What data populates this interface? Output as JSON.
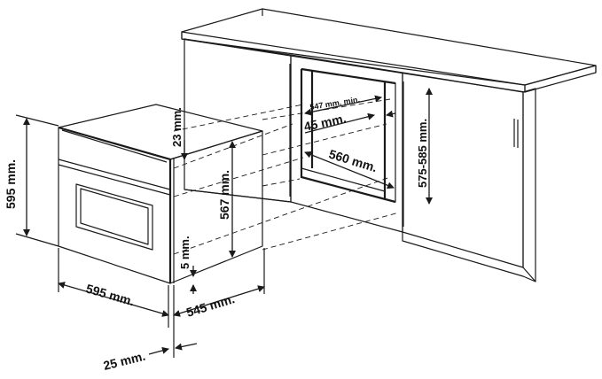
{
  "diagram": {
    "labels": {
      "oven_height": "595 mm.",
      "oven_width": "595 mm.",
      "oven_depth": "545 mm.",
      "front_panel_depth": "25 mm.",
      "top_gap": "23 mm.",
      "body_height": "567 mm.",
      "bottom_gap": "5 mm.",
      "niche_min_depth": "547 mm. min.",
      "side_clearance": "45 mm.",
      "niche_width": "560 mm.",
      "niche_height": "575-585 mm."
    },
    "colors": {
      "line": "#1a1a1a",
      "oven_front": "#ffffff",
      "cabinet_fill": "#ffffff",
      "niche_shadow": "#e6e6e6"
    }
  }
}
